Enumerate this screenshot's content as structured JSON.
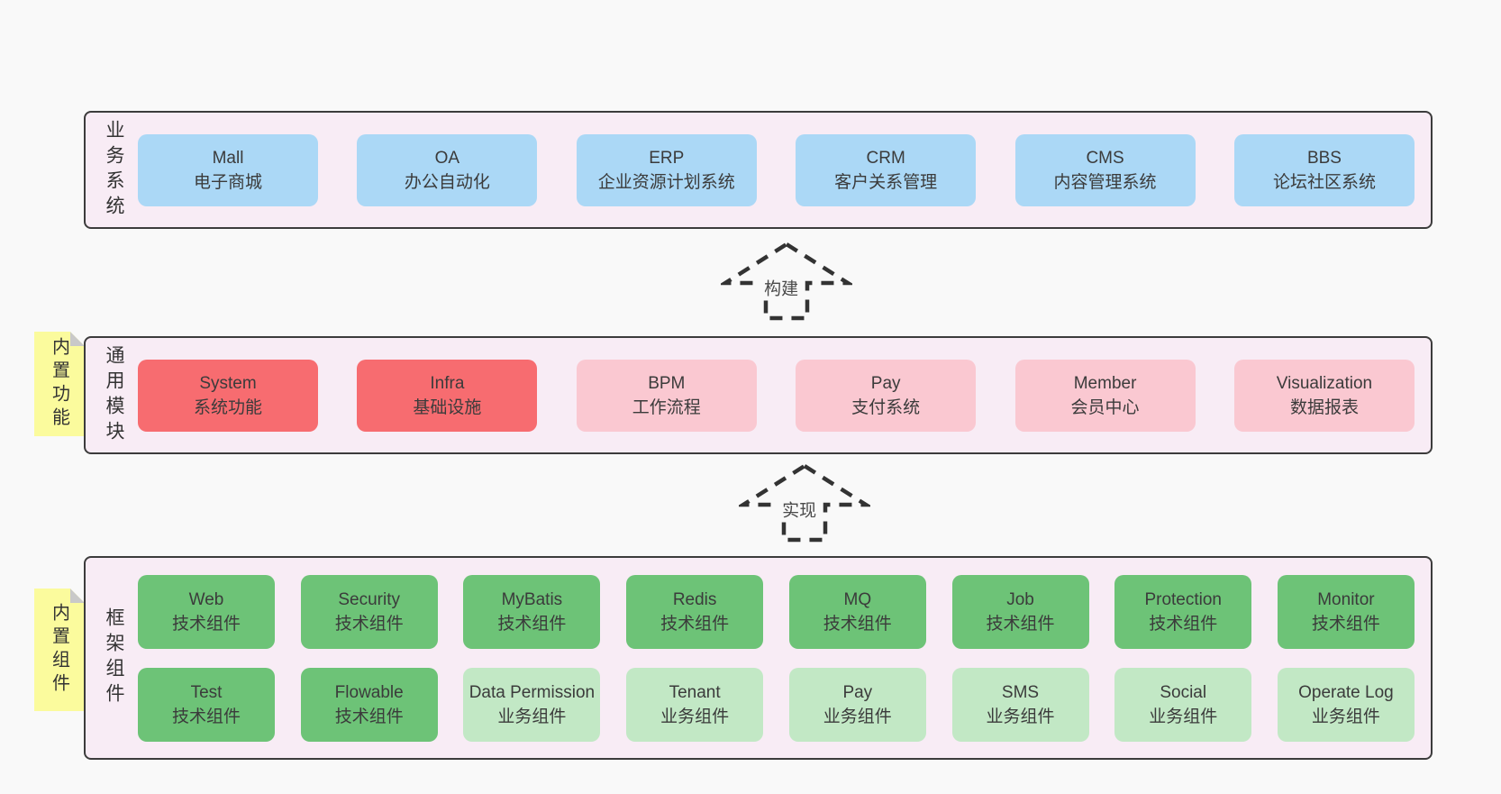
{
  "colors": {
    "page_bg": "#f9f9f9",
    "section_bg": "#f8ecf5",
    "section_border": "#3c3c3c",
    "box_blue": "#abd8f6",
    "box_red": "#f76c70",
    "box_pink": "#fac8d1",
    "box_green": "#6dc377",
    "box_lightgreen": "#c2e8c5",
    "note_yellow": "#fbfb9d",
    "note_fold": "#c9c9c9"
  },
  "arrows": [
    {
      "label": "构建"
    },
    {
      "label": "实现"
    }
  ],
  "sections": [
    {
      "label": "业务系统",
      "rows": [
        [
          {
            "title": "Mall",
            "subtitle": "电子商城"
          },
          {
            "title": "OA",
            "subtitle": "办公自动化"
          },
          {
            "title": "ERP",
            "subtitle": "企业资源计划系统"
          },
          {
            "title": "CRM",
            "subtitle": "客户关系管理"
          },
          {
            "title": "CMS",
            "subtitle": "内容管理系统"
          },
          {
            "title": "BBS",
            "subtitle": "论坛社区系统"
          }
        ]
      ]
    },
    {
      "label": "通用模块",
      "note": "内置功能",
      "rows": [
        [
          {
            "title": "System",
            "subtitle": "系统功能"
          },
          {
            "title": "Infra",
            "subtitle": "基础设施"
          },
          {
            "title": "BPM",
            "subtitle": "工作流程"
          },
          {
            "title": "Pay",
            "subtitle": "支付系统"
          },
          {
            "title": "Member",
            "subtitle": "会员中心"
          },
          {
            "title": "Visualization",
            "subtitle": "数据报表"
          }
        ]
      ]
    },
    {
      "label": "框架组件",
      "note": "内置组件",
      "rows": [
        [
          {
            "title": "Web",
            "subtitle": "技术组件"
          },
          {
            "title": "Security",
            "subtitle": "技术组件"
          },
          {
            "title": "MyBatis",
            "subtitle": "技术组件"
          },
          {
            "title": "Redis",
            "subtitle": "技术组件"
          },
          {
            "title": "MQ",
            "subtitle": "技术组件"
          },
          {
            "title": "Job",
            "subtitle": "技术组件"
          },
          {
            "title": "Protection",
            "subtitle": "技术组件"
          },
          {
            "title": "Monitor",
            "subtitle": "技术组件"
          }
        ],
        [
          {
            "title": "Test",
            "subtitle": "技术组件"
          },
          {
            "title": "Flowable",
            "subtitle": "技术组件"
          },
          {
            "title": "Data Permission",
            "subtitle": "业务组件"
          },
          {
            "title": "Tenant",
            "subtitle": "业务组件"
          },
          {
            "title": "Pay",
            "subtitle": "业务组件"
          },
          {
            "title": "SMS",
            "subtitle": "业务组件"
          },
          {
            "title": "Social",
            "subtitle": "业务组件"
          },
          {
            "title": "Operate Log",
            "subtitle": "业务组件"
          }
        ]
      ]
    }
  ]
}
